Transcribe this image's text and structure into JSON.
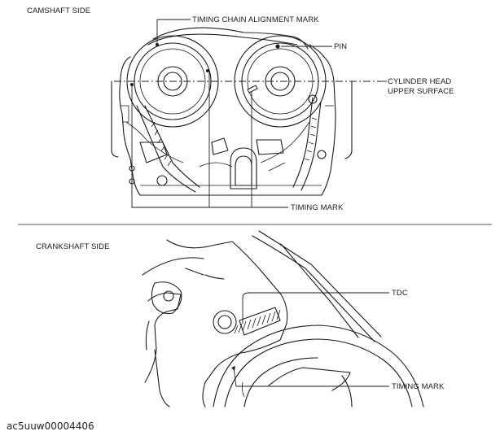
{
  "figure": {
    "top_panel": {
      "heading": "CAMSHAFT SIDE",
      "labels": {
        "chain_alignment": "TIMING CHAIN ALIGNMENT MARK",
        "pin": "PIN",
        "head_surface_line1": "CYLINDER HEAD",
        "head_surface_line2": "UPPER SURFACE",
        "timing_mark": "TIMING MARK"
      }
    },
    "bottom_panel": {
      "heading": "CRANKSHAFT SIDE",
      "labels": {
        "tdc": "TDC",
        "timing_mark": "TIMING MARK"
      }
    },
    "figure_id": "ac5uuw00004406"
  }
}
